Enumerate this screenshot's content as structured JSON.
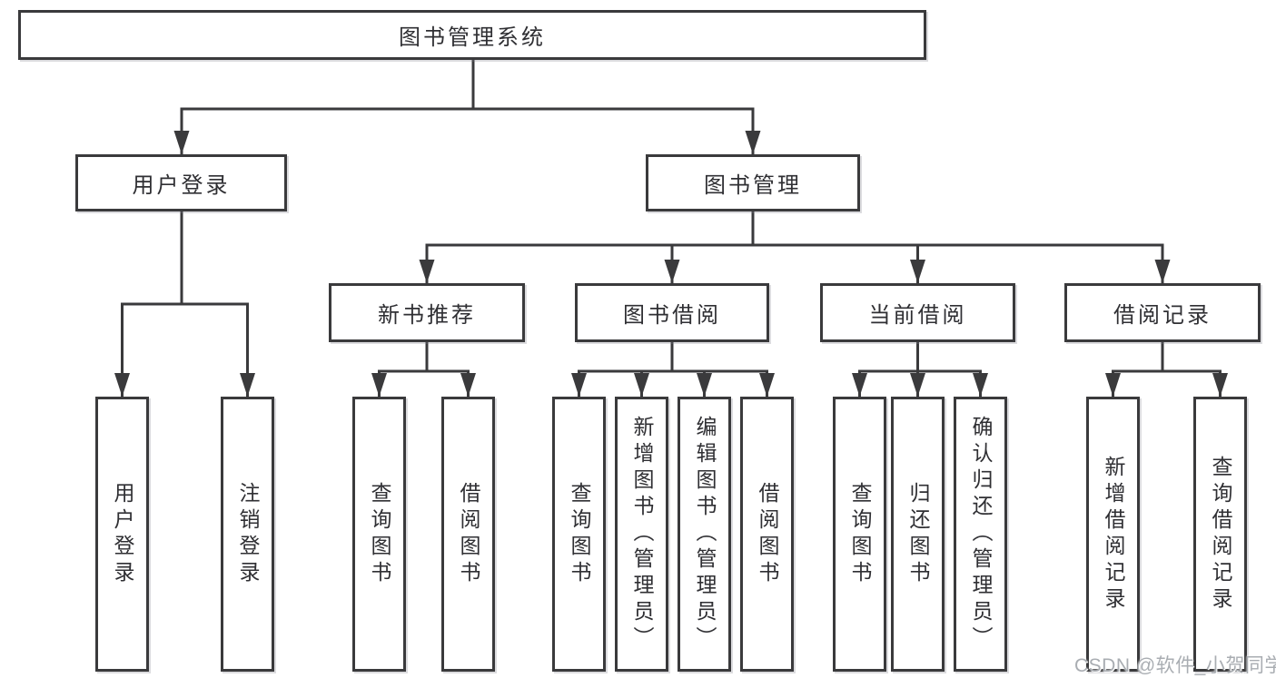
{
  "diagram": {
    "root": {
      "label": "图书管理系统"
    },
    "branches": [
      {
        "label": "用户登录",
        "leaves": [
          {
            "label": "用户登录"
          },
          {
            "label": "注销登录"
          }
        ]
      },
      {
        "label": "图书管理",
        "groups": [
          {
            "label": "新书推荐",
            "leaves": [
              {
                "label": "查询图书"
              },
              {
                "label": "借阅图书"
              }
            ]
          },
          {
            "label": "图书借阅",
            "leaves": [
              {
                "label": "查询图书"
              },
              {
                "label": "新增图书（管理员）"
              },
              {
                "label": "编辑图书（管理员）"
              },
              {
                "label": "借阅图书"
              }
            ]
          },
          {
            "label": "当前借阅",
            "leaves": [
              {
                "label": "查询图书"
              },
              {
                "label": "归还图书"
              },
              {
                "label": "确认归还（管理员）"
              }
            ]
          },
          {
            "label": "借阅记录",
            "leaves": [
              {
                "label": "新增借阅记录"
              },
              {
                "label": "查询借阅记录"
              }
            ]
          }
        ]
      }
    ]
  },
  "watermark": {
    "text": "CSDN @软件_小贺同学"
  },
  "colors": {
    "line": "#3a3a3c",
    "text": "#2f2f33",
    "box_fill": "#ffffff",
    "watermark": "#a9adb2",
    "background": "#ffffff"
  }
}
